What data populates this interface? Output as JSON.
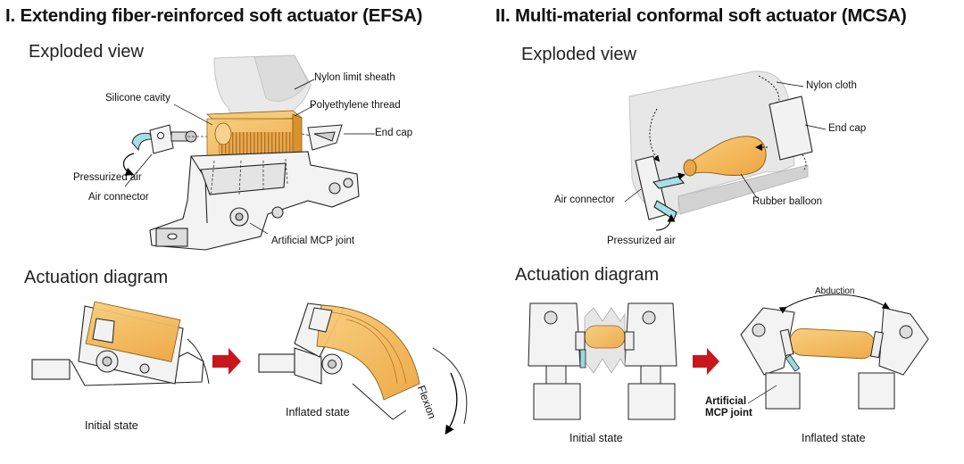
{
  "left": {
    "title": "I. Extending fiber-reinforced soft actuator (EFSA)",
    "exploded_title": "Exploded view",
    "actuation_title": "Actuation diagram",
    "labels": {
      "nylon_sheath": "Nylon limit sheath",
      "silicone_cavity": "Silicone cavity",
      "polyethylene_thread": "Polyethylene thread",
      "end_cap": "End cap",
      "pressurized_air": "Pressurized air",
      "air_connector": "Air connector",
      "mcp_joint": "Artificial MCP joint",
      "flexion": "Flexion"
    },
    "states": {
      "initial": "Initial state",
      "inflated": "Inflated state"
    }
  },
  "right": {
    "title": "II. Multi-material conformal soft actuator (MCSA)",
    "exploded_title": "Exploded view",
    "actuation_title": "Actuation diagram",
    "labels": {
      "nylon_cloth": "Nylon cloth",
      "end_cap": "End cap",
      "air_connector": "Air connector",
      "rubber_balloon": "Rubber balloon",
      "pressurized_air": "Pressurized air",
      "abduction": "Abduction",
      "mcp_joint_line1": "Artificial",
      "mcp_joint_line2": "MCP joint"
    },
    "states": {
      "initial": "Initial state",
      "inflated": "Inflated state"
    }
  },
  "colors": {
    "orange": "#f5b955",
    "arrow_red": "#c8161d",
    "teal": "#9ad8e0",
    "gray": "#d9d9d9"
  }
}
